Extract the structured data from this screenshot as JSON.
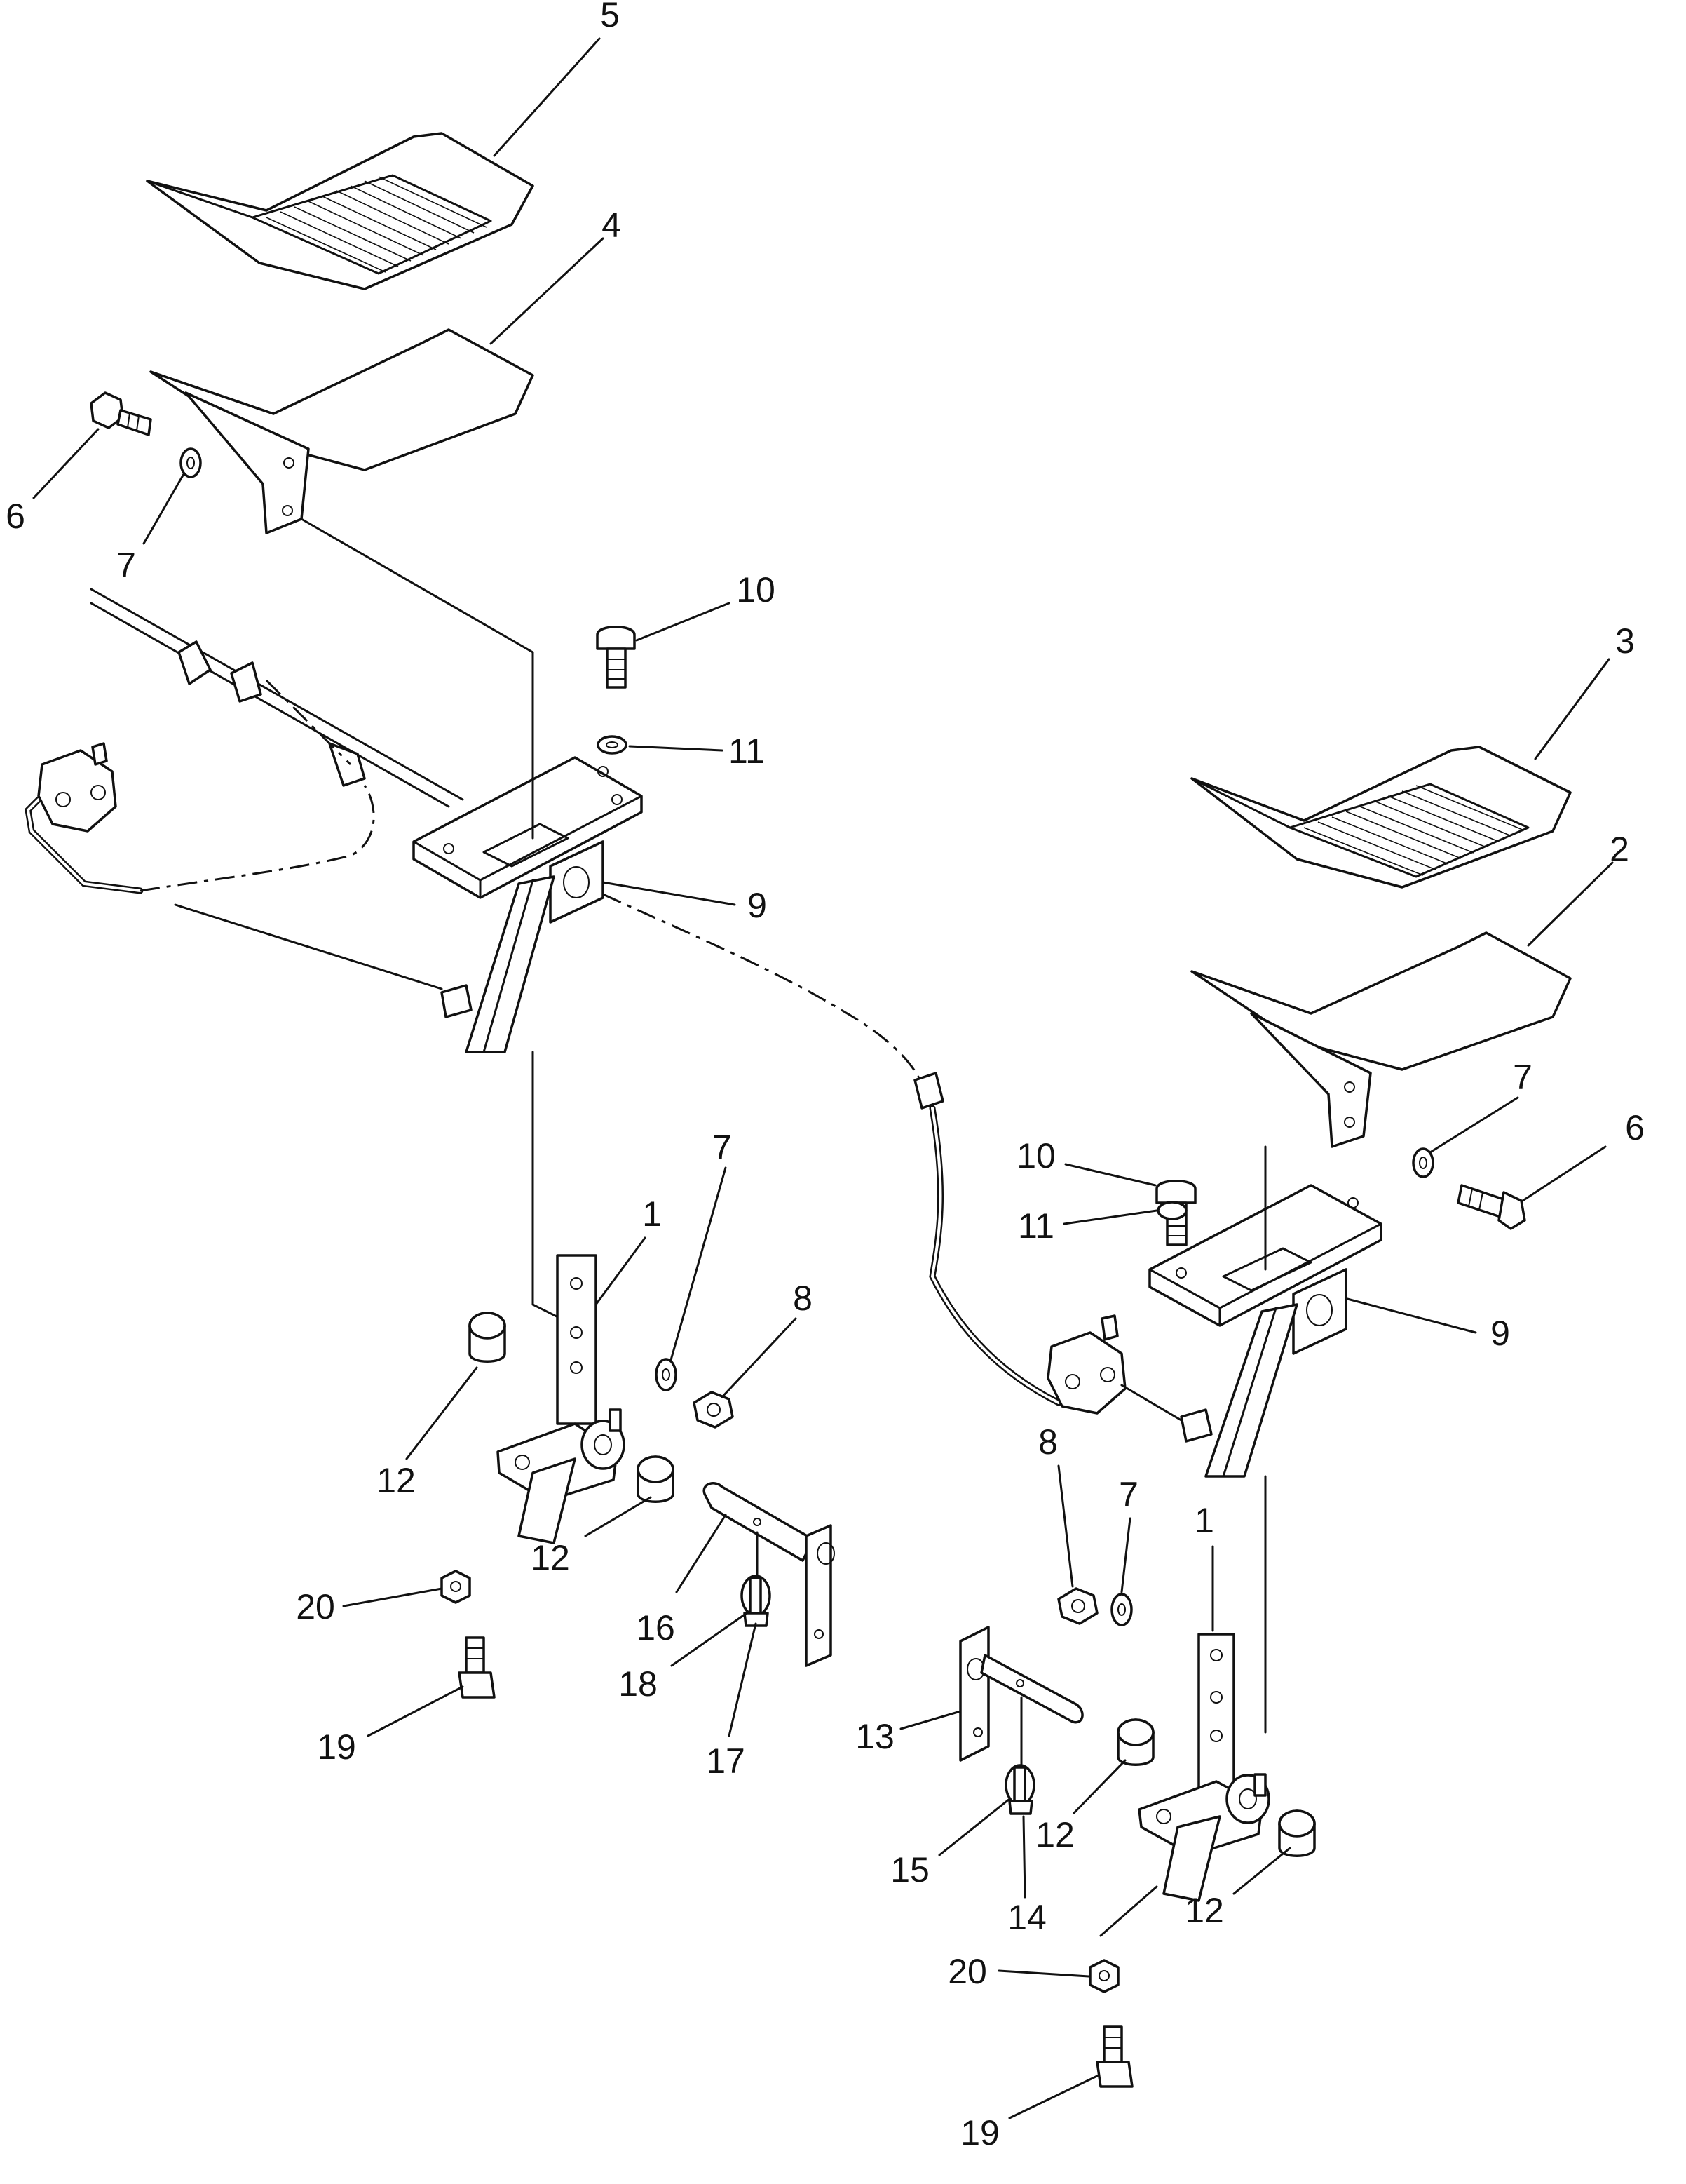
{
  "callouts": [
    {
      "id": "c5a",
      "text": "5"
    },
    {
      "id": "c4a",
      "text": "4"
    },
    {
      "id": "c6a",
      "text": "6"
    },
    {
      "id": "c7a",
      "text": "7"
    },
    {
      "id": "c10a",
      "text": "10"
    },
    {
      "id": "c11a",
      "text": "11"
    },
    {
      "id": "c9a",
      "text": "9"
    },
    {
      "id": "c3",
      "text": "3"
    },
    {
      "id": "c2",
      "text": "2"
    },
    {
      "id": "c7b",
      "text": "7"
    },
    {
      "id": "c6b",
      "text": "6"
    },
    {
      "id": "c10b",
      "text": "10"
    },
    {
      "id": "c11b",
      "text": "11"
    },
    {
      "id": "c9b",
      "text": "9"
    },
    {
      "id": "c1a",
      "text": "1"
    },
    {
      "id": "c7c",
      "text": "7"
    },
    {
      "id": "c8a",
      "text": "8"
    },
    {
      "id": "c12a",
      "text": "12"
    },
    {
      "id": "c12b",
      "text": "12"
    },
    {
      "id": "c20a",
      "text": "20"
    },
    {
      "id": "c16",
      "text": "16"
    },
    {
      "id": "c18",
      "text": "18"
    },
    {
      "id": "c17",
      "text": "17"
    },
    {
      "id": "c19a",
      "text": "19"
    },
    {
      "id": "c8b",
      "text": "8"
    },
    {
      "id": "c7d",
      "text": "7"
    },
    {
      "id": "c1b",
      "text": "1"
    },
    {
      "id": "c13",
      "text": "13"
    },
    {
      "id": "c12c",
      "text": "12"
    },
    {
      "id": "c15",
      "text": "15"
    },
    {
      "id": "c14",
      "text": "14"
    },
    {
      "id": "c12d",
      "text": "12"
    },
    {
      "id": "c20b",
      "text": "20"
    },
    {
      "id": "c19b",
      "text": "19"
    }
  ]
}
